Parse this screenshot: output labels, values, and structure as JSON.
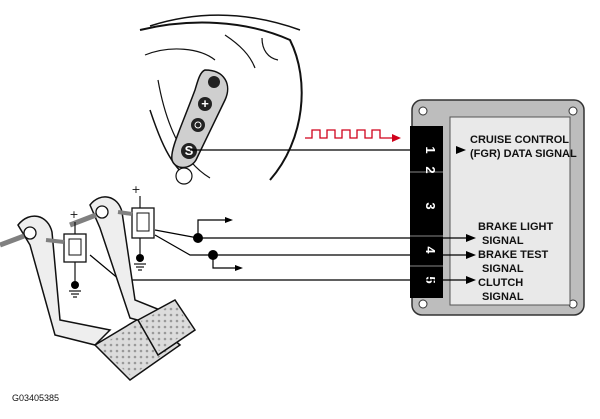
{
  "module": {
    "pins": [
      "1",
      "2",
      "3",
      "4",
      "5"
    ]
  },
  "labels": {
    "cruise_line1": "CRUISE CONTROL",
    "cruise_line2": "(FGR) DATA SIGNAL",
    "brake_light_line1": "BRAKE LIGHT",
    "brake_light_line2": "SIGNAL",
    "brake_test_line1": "BRAKE TEST",
    "brake_test_line2": "SIGNAL",
    "clutch_line1": "CLUTCH",
    "clutch_line2": "SIGNAL"
  },
  "steering_buttons": {
    "set": "S",
    "plus": "+"
  },
  "supply_symbol": "+",
  "figure_code": "G03405385",
  "colors": {
    "module_fill": "#bdbdbd",
    "module_panel": "#e9e9e9",
    "connector": "#000000",
    "signal_pulse": "#d0021b",
    "pedal_fill": "#eeeeee",
    "pad_fill": "#dcdcdc",
    "rod_gray": "#808080"
  }
}
